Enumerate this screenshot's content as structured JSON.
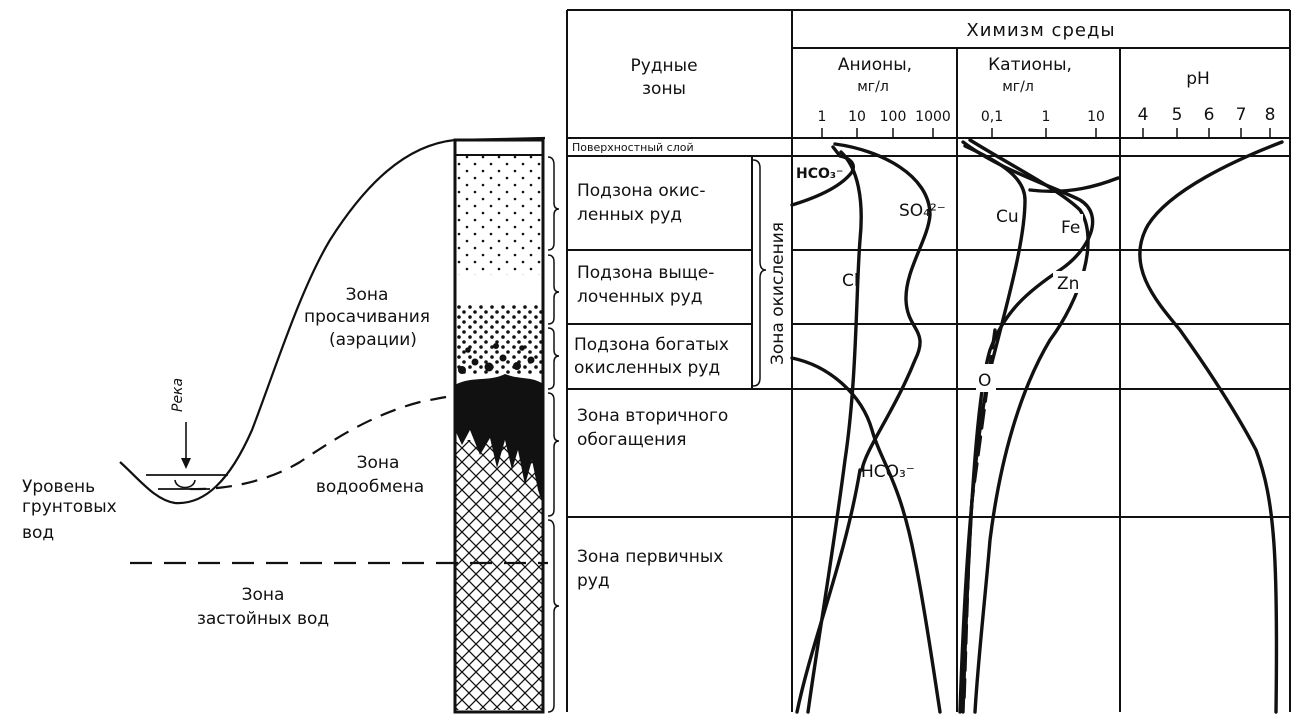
{
  "left": {
    "river": "Река",
    "groundwater_level": [
      "Уровень",
      "грунтовых",
      "вод"
    ],
    "zone_aeration": [
      "Зона",
      "просачивания",
      "(аэрации)"
    ],
    "zone_exchange": [
      "Зона",
      "водообмена"
    ],
    "zone_stagnant": [
      "Зона",
      "застойных вод"
    ]
  },
  "table": {
    "ore_zones_header": [
      "Рудные",
      "зоны"
    ],
    "chem_header": "Химизм среды",
    "anions_header": [
      "Анионы,",
      "мг/л"
    ],
    "anions_ticks": [
      "1",
      "10",
      "100",
      "1000"
    ],
    "cations_header": [
      "Катионы,",
      "мг/л"
    ],
    "cations_ticks": [
      "0,1",
      "1",
      "10"
    ],
    "ph_header": "pH",
    "ph_ticks": [
      "4",
      "5",
      "6",
      "7",
      "8"
    ],
    "oxidation_zone": "Зона окисления",
    "rows": {
      "surface": "Поверхностный слой",
      "oxidized": [
        "Подзона окис-",
        "ленных руд"
      ],
      "leached": [
        "Подзона выще-",
        "лоченных руд"
      ],
      "rich": [
        "Подзона богатых",
        "окисленных руд"
      ],
      "secondary": [
        "Зона вторичного",
        "обогащения"
      ],
      "primary": [
        "Зона первичных",
        "руд"
      ]
    }
  },
  "curve_labels": {
    "hco3_top": "HCO₃⁻",
    "so4": "SO₄²⁻",
    "cl": "Cl",
    "hco3_bottom": "HCO₃⁻",
    "cu": "Cu",
    "fe": "Fe",
    "zn": "Zn",
    "o": "O"
  }
}
